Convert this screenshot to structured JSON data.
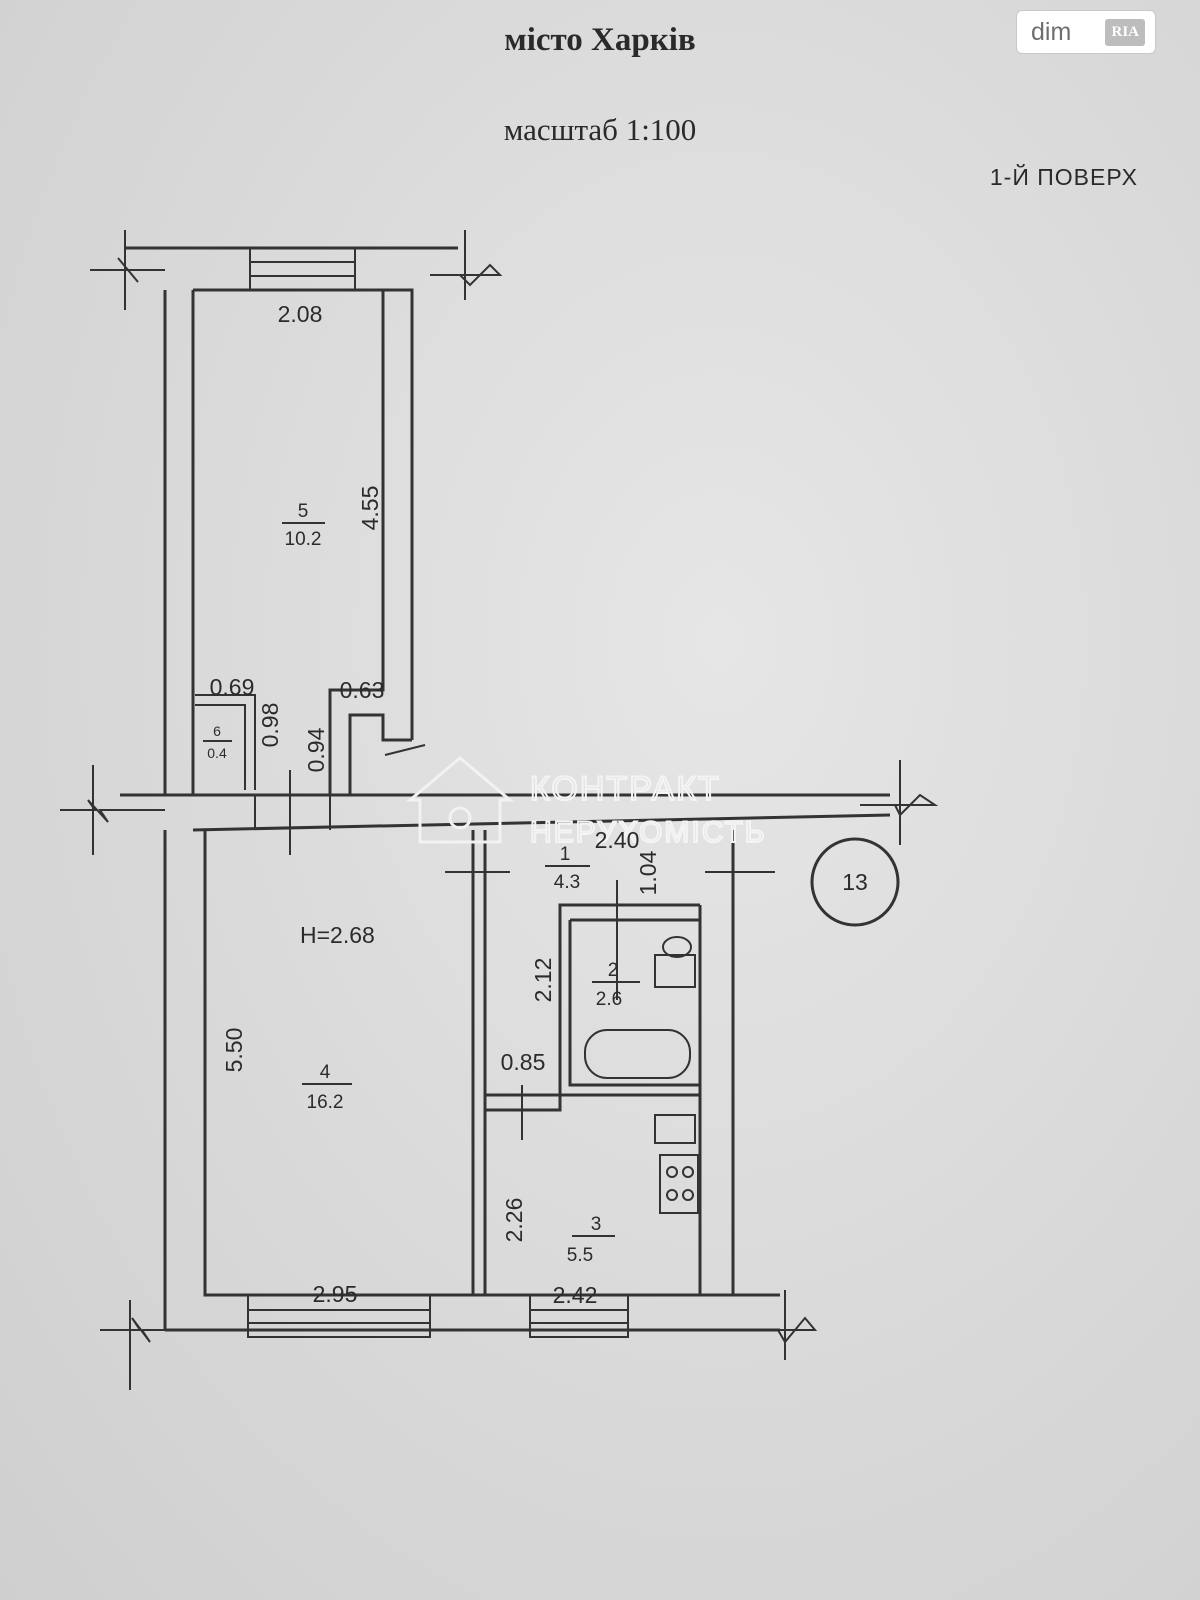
{
  "header": {
    "city": "місто Харків",
    "scale": "масштаб 1:100",
    "floor": "1-Й ПОВЕРХ"
  },
  "badge": {
    "site": "dim",
    "brand": "RIA"
  },
  "watermark": {
    "line1": "КОНТРАКТ",
    "line2": "НЕРУХОМІСТЬ"
  },
  "plan": {
    "ceiling_height": "H=2.68",
    "flat_number": "13",
    "rooms": [
      {
        "number": "1",
        "area": "4.3"
      },
      {
        "number": "2",
        "area": "2.6"
      },
      {
        "number": "3",
        "area": "5.5"
      },
      {
        "number": "4",
        "area": "16.2"
      },
      {
        "number": "5",
        "area": "10.2"
      },
      {
        "number": "6",
        "area": "0.4"
      }
    ],
    "dimensions": {
      "room5_width": "2.08",
      "room5_length": "4.55",
      "closet_width": "0.69",
      "closet_depth": "0.98",
      "passage_width": "0.63",
      "passage_depth": "0.94",
      "hall_width": "2.40",
      "hall_depth": "1.04",
      "bath_depth": "2.12",
      "corridor_width": "0.85",
      "room4_length": "5.50",
      "room4_width": "2.95",
      "kitchen_depth": "2.26",
      "kitchen_width": "2.42"
    }
  }
}
